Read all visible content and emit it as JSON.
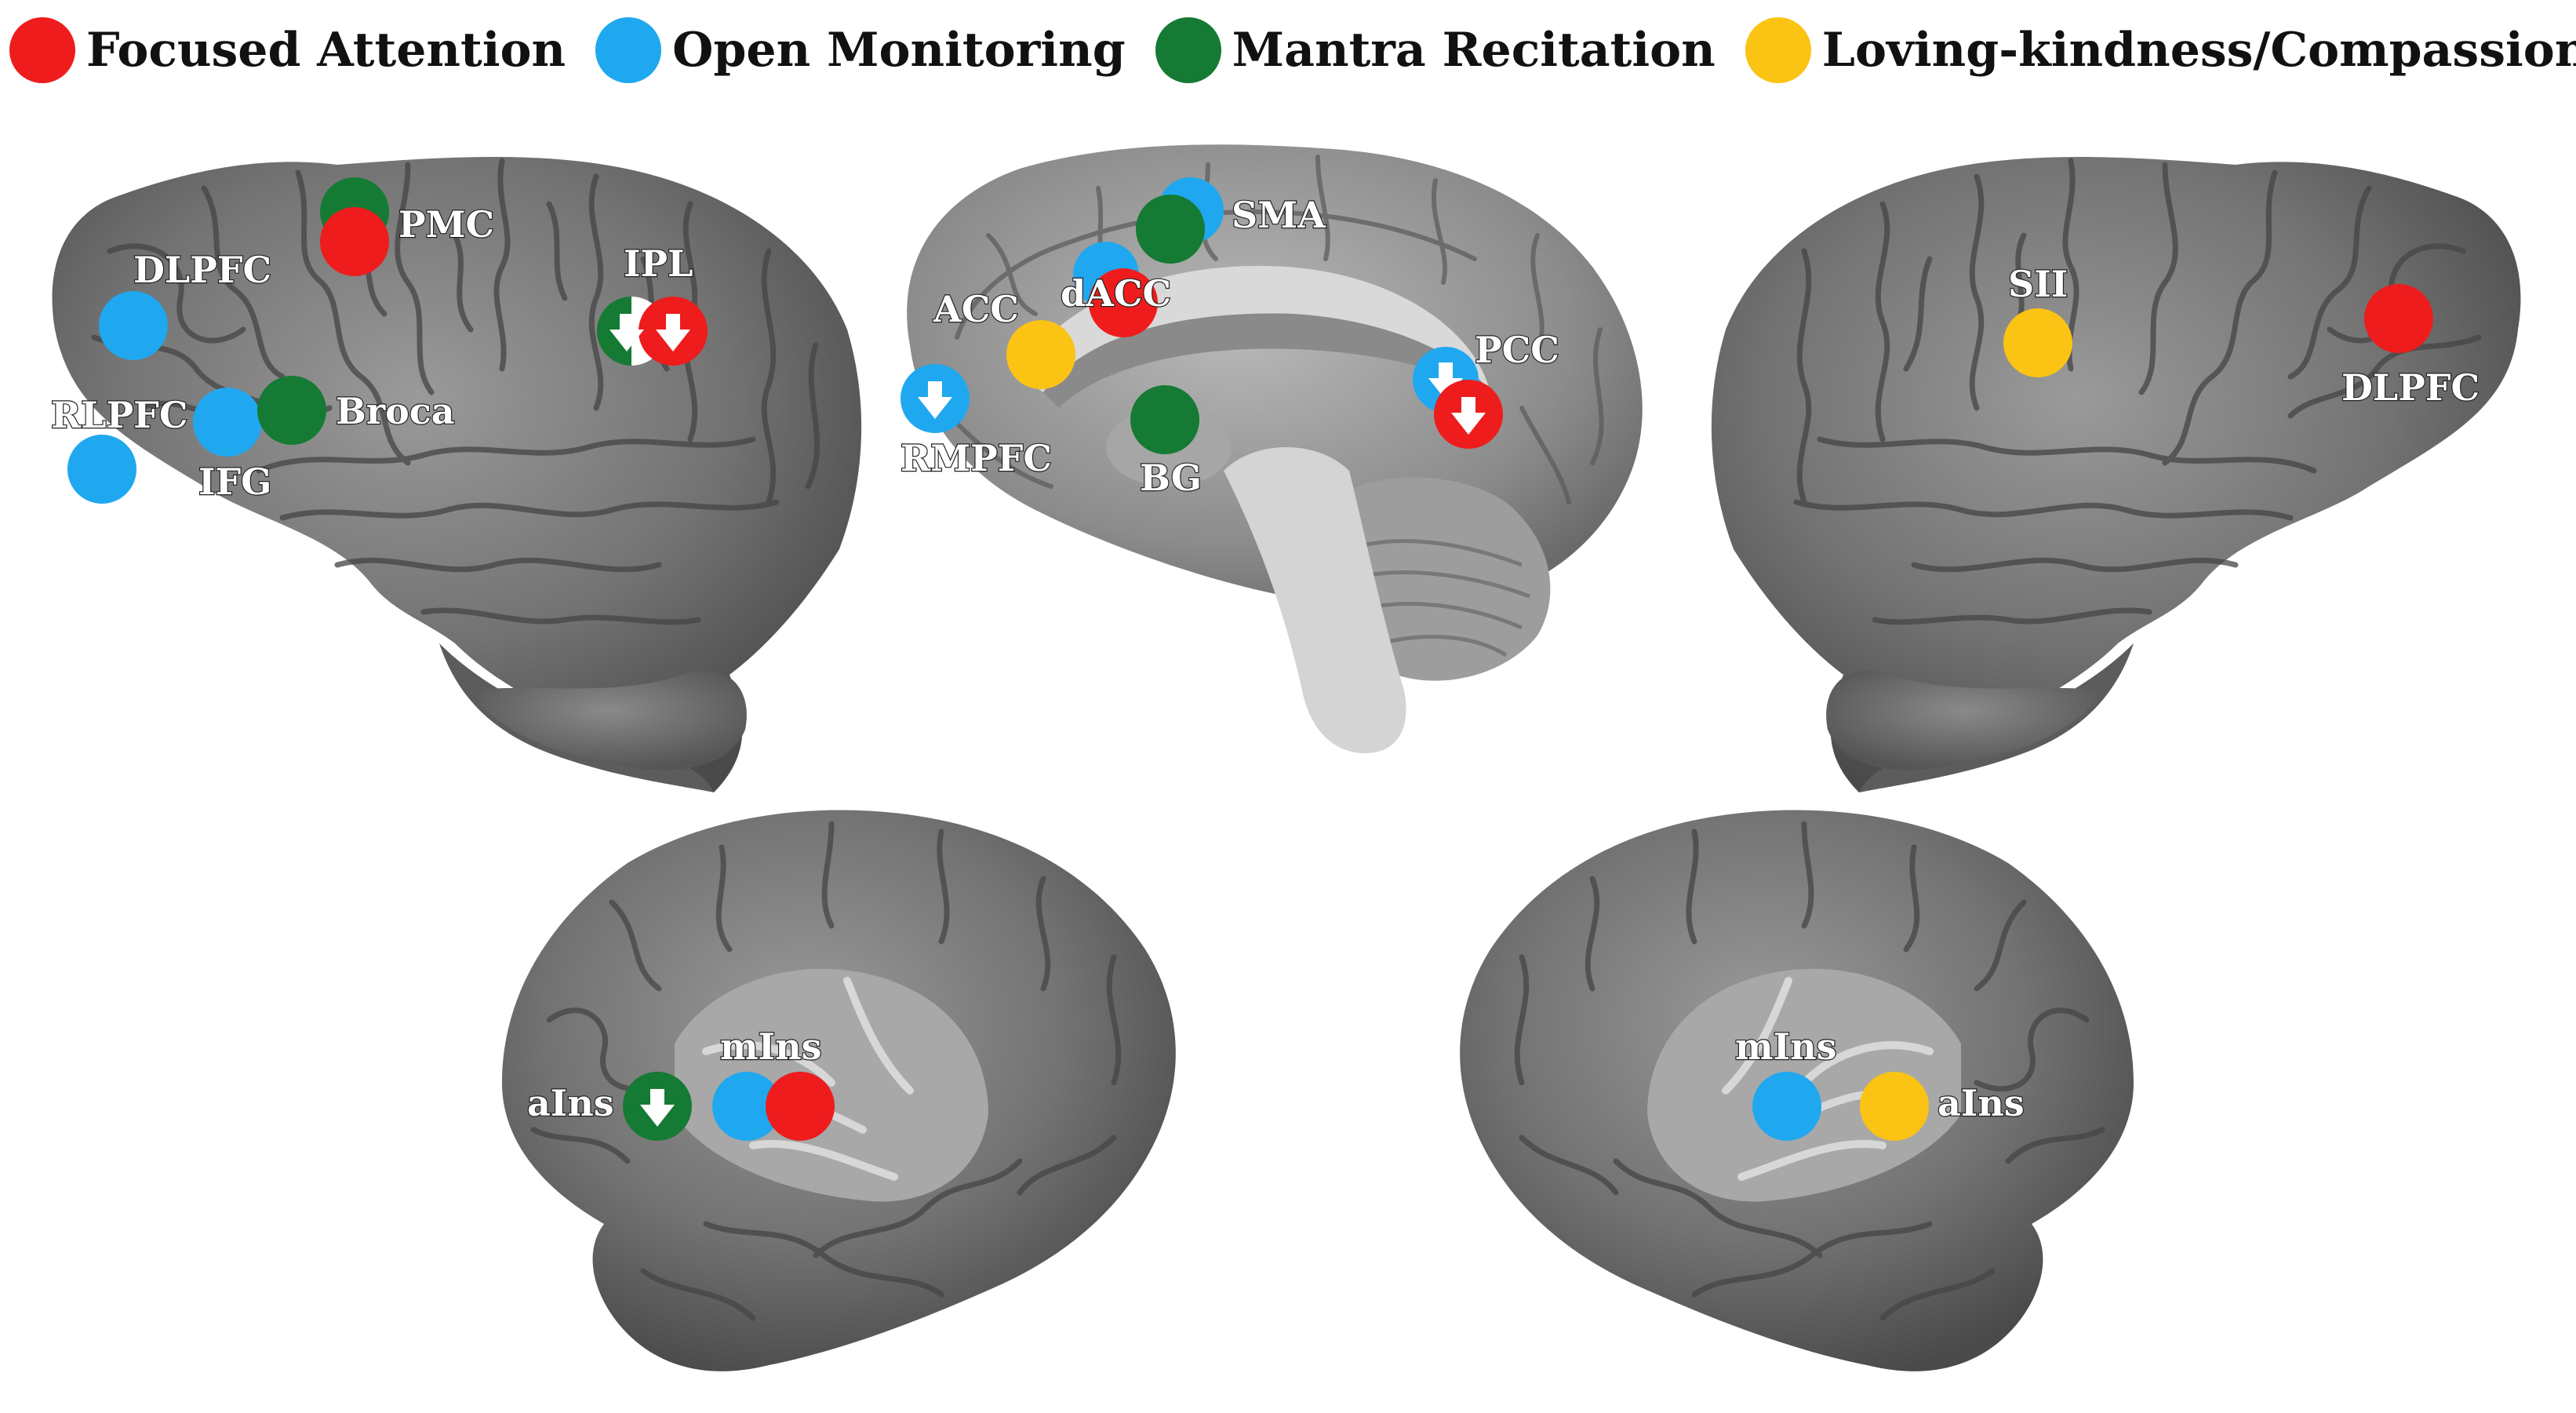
{
  "legend": [
    {
      "label": "Focused Attention",
      "color": "#ee1c1c"
    },
    {
      "label": "Open Monitoring",
      "color": "#1fa8ef"
    },
    {
      "label": "Mantra Recitation",
      "color": "#157a33"
    },
    {
      "label": "Loving-kindness/Compassion",
      "color": "#fbc313"
    }
  ],
  "region_labels": {
    "pmc": "PMC",
    "dlpfc_left": "DLPFC",
    "ipl": "IPL",
    "broca": "Broca",
    "rlpfc": "RLPFC",
    "ifg": "IFG",
    "sma": "SMA",
    "acc": "ACC",
    "dacc": "dACC",
    "pcc": "PCC",
    "rmpfc": "RMPFC",
    "bg": "BG",
    "sii": "SII",
    "dlpfc_right": "DLPFC",
    "ains_left": "aIns",
    "mins_left": "mIns",
    "mins_right": "mIns",
    "ains_right": "aIns"
  }
}
